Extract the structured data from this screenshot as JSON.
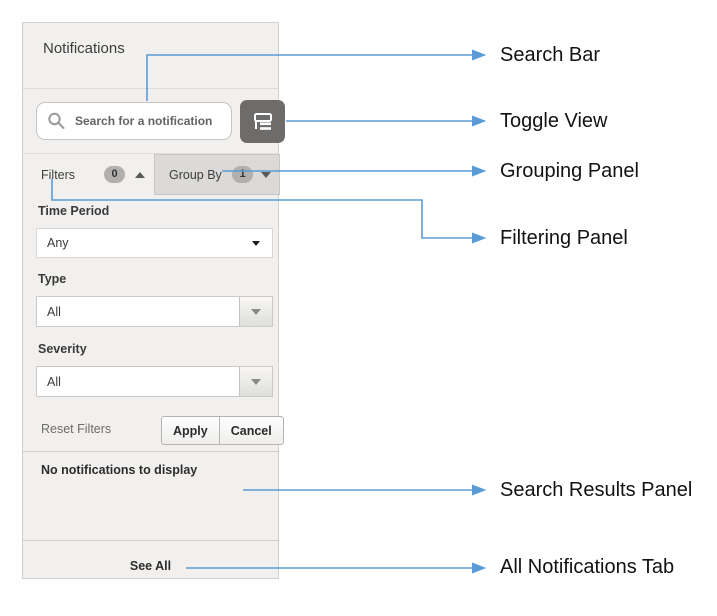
{
  "panel": {
    "title": "Notifications",
    "search": {
      "placeholder": "Search for a notification",
      "icon": "magnifier-icon"
    },
    "toggle_button": {
      "icon": "list-tree-icon"
    },
    "tabs": {
      "filters": {
        "label": "Filters",
        "badge": "0",
        "caret": "caret-up"
      },
      "group_by": {
        "label": "Group By",
        "badge": "1",
        "caret": "caret-down"
      }
    },
    "filters_form": {
      "fields": [
        {
          "label": "Time Period",
          "value": "Any"
        },
        {
          "label": "Type",
          "value": "All"
        },
        {
          "label": "Severity",
          "value": "All"
        }
      ],
      "reset_label": "Reset Filters",
      "apply_label": "Apply",
      "cancel_label": "Cancel"
    },
    "results": {
      "empty_message": "No notifications to display"
    },
    "footer": {
      "see_all_label": "See All"
    }
  },
  "annotations": {
    "arrow_color": "#5b9bd5",
    "labels": [
      "Search Bar",
      "Toggle View",
      "Grouping Panel",
      "Filtering Panel",
      "Search Results Panel",
      "All Notifications Tab"
    ]
  },
  "colors": {
    "panel_bg": "#f1f0ee",
    "tab_inactive_bg": "#dbdad8",
    "toggle_btn_bg": "#6d6c6a",
    "badge_bg": "#b1b0ae",
    "accent_blue": "#5b9bd5"
  }
}
